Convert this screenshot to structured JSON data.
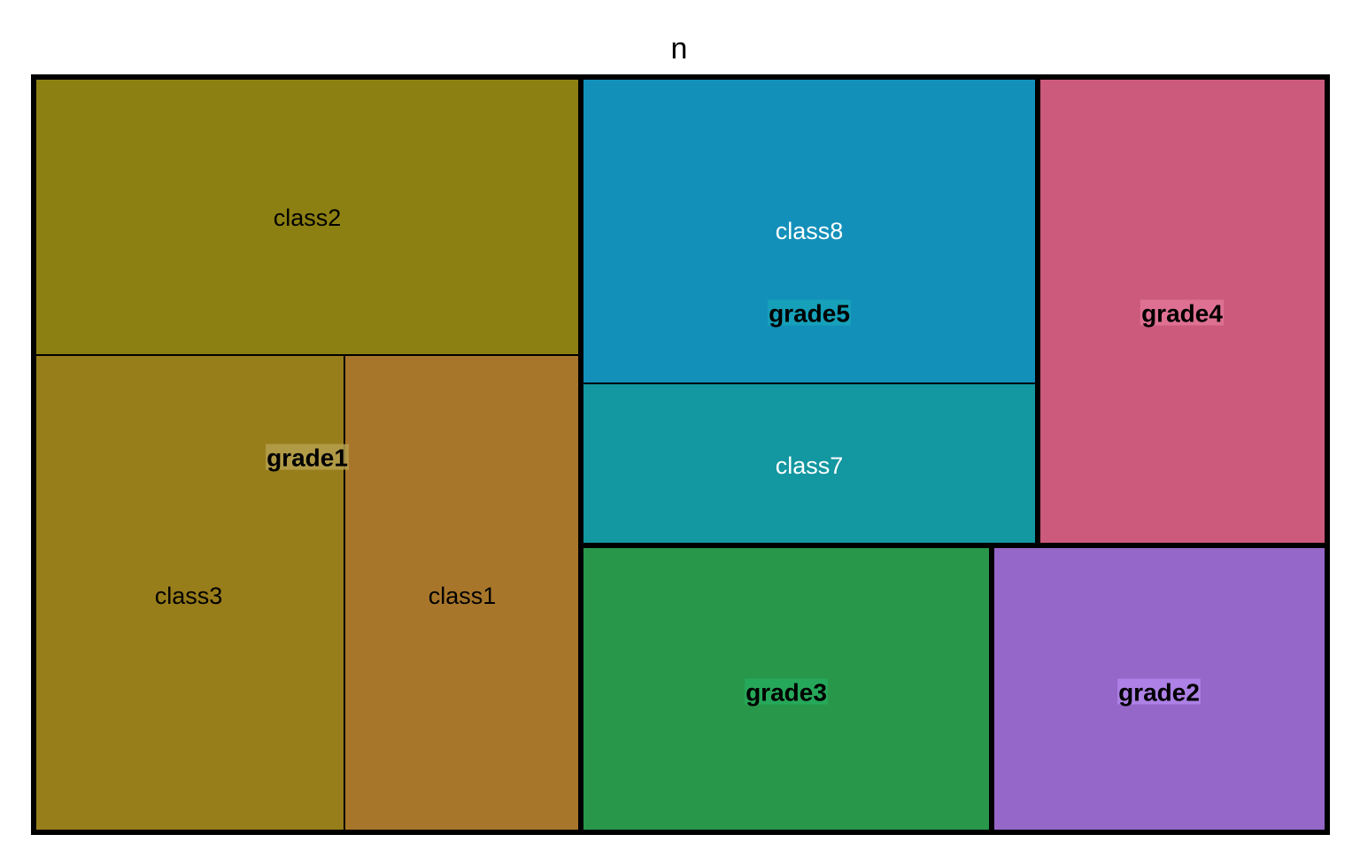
{
  "chart_data": {
    "type": "treemap",
    "title": "n",
    "groups": [
      {
        "name": "grade1",
        "color": "#8f7f13",
        "label_bg": "#b59f4e",
        "children": [
          {
            "name": "class2",
            "value": 192,
            "color": "#8d8013",
            "text_color": "#000000"
          },
          {
            "name": "class3",
            "value": 188,
            "color": "#987d1b",
            "text_color": "#000000"
          },
          {
            "name": "class1",
            "value": 143,
            "color": "#a8762b",
            "text_color": "#000000"
          }
        ]
      },
      {
        "name": "grade5",
        "color": "#1392aa",
        "label_bg": "#18a3b8",
        "children": [
          {
            "name": "class8",
            "value": 177,
            "color": "#1390ba",
            "text_color": "#ffffff"
          },
          {
            "name": "class7",
            "value": 93,
            "color": "#1397a0",
            "text_color": "#ffffff"
          }
        ]
      },
      {
        "name": "grade4",
        "color": "#cb5a7d",
        "label_bg": "#e27596",
        "children": []
      },
      {
        "name": "grade3",
        "color": "#29974a",
        "label_bg": "#26aa5d",
        "children": []
      },
      {
        "name": "grade2",
        "color": "#9467c8",
        "label_bg": "#b286ea",
        "children": []
      }
    ]
  }
}
